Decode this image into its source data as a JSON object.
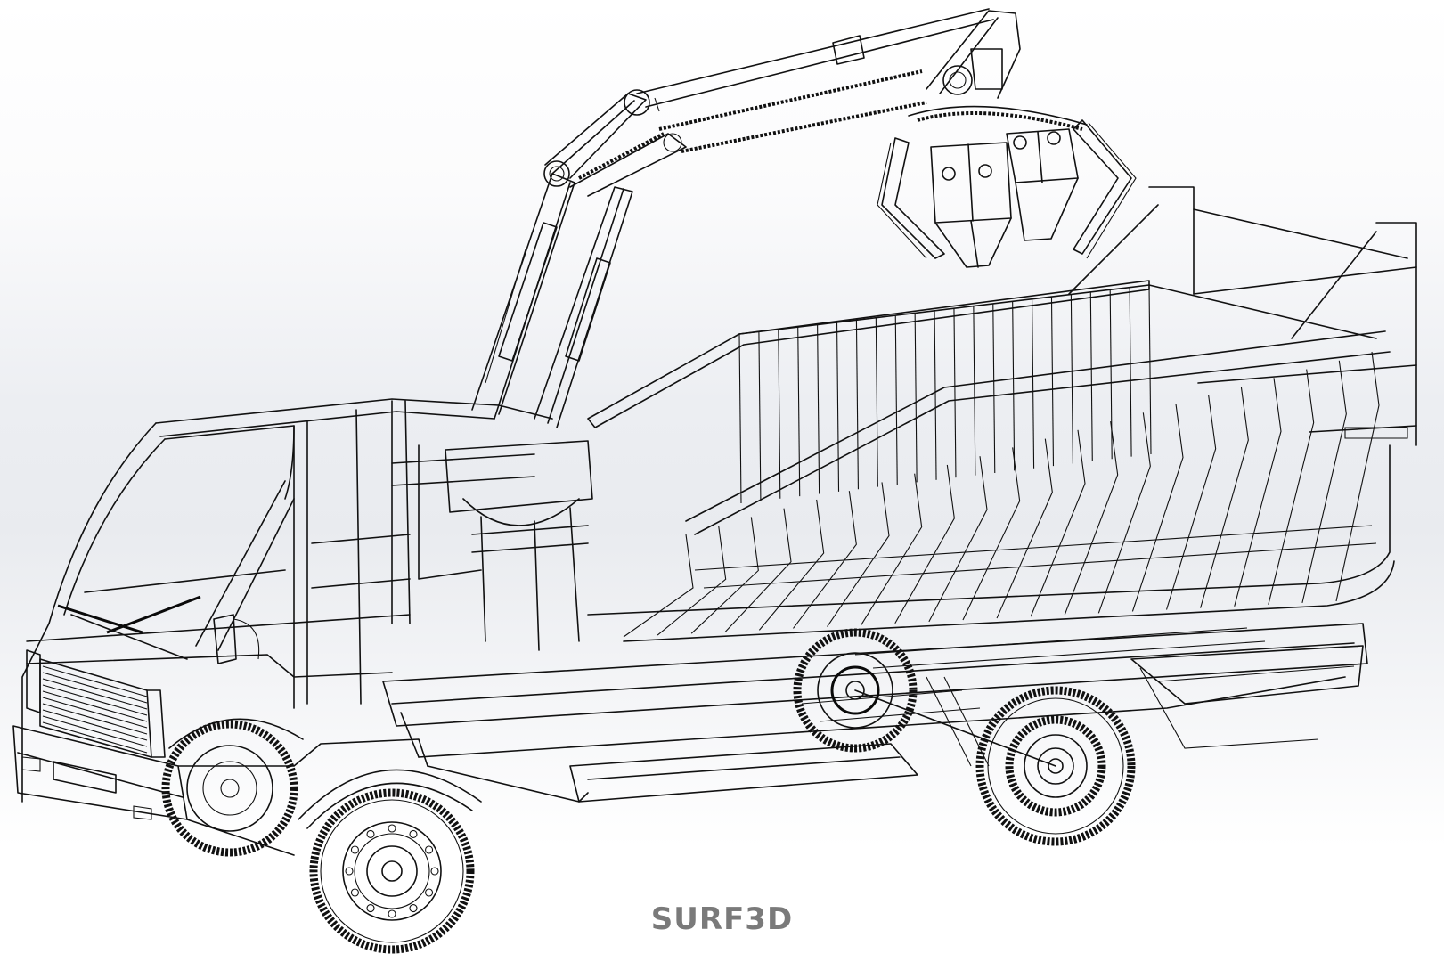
{
  "image": {
    "subject": "Wireframe CAD render of a small cab-over truck with knuckle-boom crane and grapple claw, open slatted cargo bed",
    "style": "black wireframe lines on light gray-white gradient",
    "background_colors": {
      "top": "#ffffff",
      "middle": "#e9ebef",
      "bottom": "#ffffff"
    },
    "line_color": "#111111"
  },
  "watermark": {
    "text": "SURF3D",
    "color": "#7a7a7a"
  },
  "components": {
    "cab": "cab-over cab with windshield, wipers, side mirror, grille, bumper",
    "crane": "knuckle-boom crane with hydraulic cylinders and chains",
    "grapple": "multi-tine orange-peel grapple claw",
    "bed": "tapered slatted cargo bed on rear frame",
    "wheels": [
      "front-near",
      "front-far",
      "rear-near",
      "rear-far"
    ]
  }
}
